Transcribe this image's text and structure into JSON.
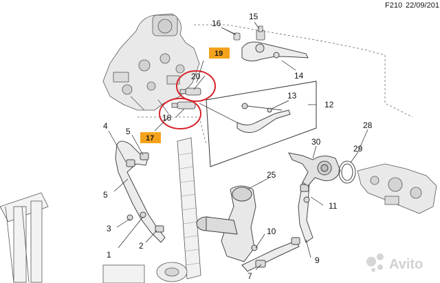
{
  "header": {
    "code": "F210",
    "date": "22/09/201"
  },
  "callouts": {
    "c2": "2",
    "c3": "3",
    "c4": "4",
    "c5a": "5",
    "c5b": "5",
    "c7": "7",
    "c9": "9",
    "c10": "10",
    "c11": "11",
    "c12": "12",
    "c13": "13",
    "c14": "14",
    "c15": "15",
    "c16": "16",
    "c18": "18",
    "c20": "20",
    "c25": "25",
    "c28": "28",
    "c29": "29",
    "c30": "30",
    "c1": "1"
  },
  "tags": {
    "t17": "17",
    "t19": "19"
  },
  "highlight_color": "#d8232a",
  "tag_color": "#f4a21c",
  "watermark": {
    "brand": "Avito",
    "logo": "avito-logo"
  }
}
